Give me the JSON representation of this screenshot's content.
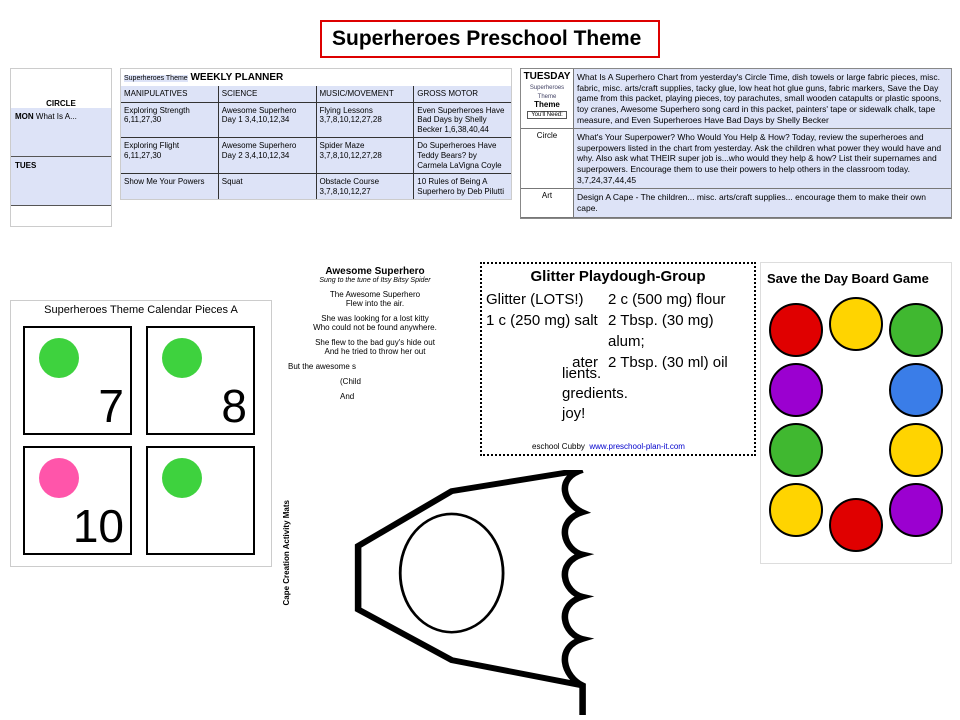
{
  "title": "Superheroes Preschool Theme",
  "planner": {
    "theme_tag": "Superheroes Theme",
    "heading": "WEEKLY PLANNER",
    "columns": [
      "MANIPULATIVES",
      "SCIENCE",
      "MUSIC/MOVEMENT",
      "GROSS MOTOR"
    ],
    "cells": [
      "Exploring Strength 6,11,27,30",
      "Awesome Superhero Day 1 3,4,10,12,34",
      "Flying Lessons 3,7,8,10,12,27,28",
      "Even Superheroes Have Bad Days by Shelly Becker 1,6,38,40,44",
      "Exploring Flight 6,11,27,30",
      "Awesome Superhero Day 2 3,4,10,12,34",
      "Spider Maze 3,7,8,10,12,27,28",
      "Do Superheroes Have Teddy Bears? by Carmela LaVigna Coyle",
      "Show Me Your Powers",
      "Squat",
      "Obstacle Course 3,7,8,10,12,27",
      "10 Rules of Being A Superhero by Deb Pilutti"
    ]
  },
  "mon_doc": {
    "days": [
      "MON",
      "TUES"
    ],
    "column": "CIRCLE",
    "row_text": "What Is A..."
  },
  "tuesday": {
    "day": "TUESDAY",
    "theme_tag": "Superheroes Theme",
    "theme": "Theme",
    "you_need": "You'll Need:",
    "rows": [
      {
        "label": "",
        "text": "What Is A Superhero Chart from yesterday's Circle Time, dish towels or large fabric pieces, misc. fabric, misc. arts/craft supplies, tacky glue, low heat hot glue guns, fabric markers, Save the Day game from this packet, playing pieces, toy parachutes, small wooden catapults or plastic spoons, toy cranes, Awesome Superhero song card in this packet, painters' tape or sidewalk chalk, tape measure, and Even Superheroes Have Bad Days by Shelly Becker"
      },
      {
        "label": "Circle",
        "text": "What's Your Superpower? Who Would You Help & How? Today, review the superheroes and superpowers listed in the chart from yesterday. Ask the children what power they would have and why. Also ask what THEIR super job is...who would they help & how? List their supernames and superpowers. Encourage them to use their powers to help others in the classroom today. 3,7,24,37,44,45"
      },
      {
        "label": "Art",
        "text": "Design A Cape - The children... misc. arts/craft supplies... encourage them to make their own cape."
      }
    ]
  },
  "calendar": {
    "title": "Superheroes Theme Calendar Pieces A",
    "numbers": [
      "7",
      "8",
      "10"
    ]
  },
  "song": {
    "title": "Awesome Superhero",
    "subtitle": "Sung to the tune of Itsy Bitsy Spider",
    "lines": [
      "The Awesome Superhero",
      "Flew into the air.",
      "She was looking for a lost kitty",
      "Who could not be found anywhere.",
      "She flew to the bad guy's hide out",
      "And he tried to throw her out",
      "But the awesome s",
      "(Child",
      "And"
    ]
  },
  "game": {
    "title": "Save the Day Board Game",
    "colors": [
      "#e00000",
      "#ffd400",
      "#40b830",
      "#3a7de8",
      "#9b00d0"
    ]
  },
  "playdough": {
    "title": "Glitter Playdough-Group",
    "ingredients": [
      "Glitter (LOTS!)",
      "2 c (500 mg) flour",
      "1 c (250 mg) salt",
      "2 Tbsp. (30 mg) alum;",
      "ater",
      "2 Tbsp. (30 ml) oil"
    ],
    "steps": [
      "lients.",
      "gredients.",
      "joy!"
    ],
    "credit": "eschool Cubby",
    "link": "www.preschool-plan-it.com"
  },
  "cape": {
    "label": "Cape Creation Activity Mats"
  }
}
